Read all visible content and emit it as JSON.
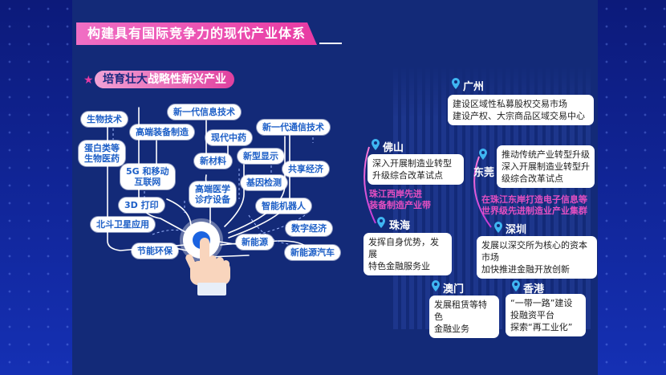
{
  "header": {
    "title": "构建具有国际竞争力的现代产业体系"
  },
  "section": {
    "icon": "star-icon",
    "label_part1": "培育壮大",
    "label_part2": "战略性新兴产业"
  },
  "industries": [
    {
      "id": "biotech",
      "label": "生物技术"
    },
    {
      "id": "protein-biomed",
      "label_line1": "蛋白类等",
      "label_line2": "生物医药"
    },
    {
      "id": "high-end-equipment",
      "label": "高端装备制造"
    },
    {
      "id": "next-gen-it",
      "label": "新一代信息技术"
    },
    {
      "id": "modern-tcm",
      "label": "现代中药"
    },
    {
      "id": "next-gen-comm",
      "label": "新一代通信技术"
    },
    {
      "id": "5g-internet",
      "label_line1": "5G 和移动",
      "label_line2": "互联网"
    },
    {
      "id": "new-materials",
      "label": "新材料"
    },
    {
      "id": "new-display",
      "label": "新型显示"
    },
    {
      "id": "sharing-economy",
      "label": "共享经济"
    },
    {
      "id": "gene-testing",
      "label": "基因检测"
    },
    {
      "id": "high-end-medical",
      "label_line1": "高端医学",
      "label_line2": "诊疗设备"
    },
    {
      "id": "3d-printing",
      "label": "3D 打印"
    },
    {
      "id": "intelligent-robots",
      "label": "智能机器人"
    },
    {
      "id": "beidou",
      "label": "北斗卫星应用"
    },
    {
      "id": "digital-economy",
      "label": "数字经济"
    },
    {
      "id": "energy-saving",
      "label": "节能环保"
    },
    {
      "id": "new-energy",
      "label": "新能源"
    },
    {
      "id": "nev",
      "label": "新能源汽车"
    }
  ],
  "cities": {
    "guangzhou": {
      "name": "广州",
      "lines": [
        "建设区域性私募股权交易市场",
        "建设产权、大宗商品区域交易中心"
      ]
    },
    "foshan": {
      "name": "佛山",
      "lines": [
        "深入开展制造业转型",
        "升级综合改革试点"
      ]
    },
    "west_bank": {
      "lines": [
        "珠江西岸先进",
        "装备制造产业带"
      ]
    },
    "zhuhai": {
      "name": "珠海",
      "lines": [
        "发挥自身优势，发展",
        "特色金融服务业"
      ]
    },
    "dongguan": {
      "name": "东莞",
      "lines": [
        "推动传统产业转型升级",
        "深入开展制造业转型升",
        "级综合改革试点"
      ]
    },
    "east_bank": {
      "lines": [
        "在珠江东岸打造电子信息等",
        "世界级先进制造业产业集群"
      ]
    },
    "shenzhen": {
      "name": "深圳",
      "lines": [
        "发展以深交所为核心的资本市场",
        "加快推进金融开放创新"
      ]
    },
    "macau": {
      "name": "澳门",
      "lines": [
        "发展租赁等特色",
        "金融业务"
      ]
    },
    "hongkong": {
      "name": "香港",
      "lines": [
        "“一带一路”建设",
        "投融资平台",
        "探索“再工业化”"
      ]
    }
  },
  "colors": {
    "panel": "#132a78",
    "accent_pink": "#e83aa3",
    "node_text": "#1d5fc7",
    "pin": "#3fb6f2"
  }
}
